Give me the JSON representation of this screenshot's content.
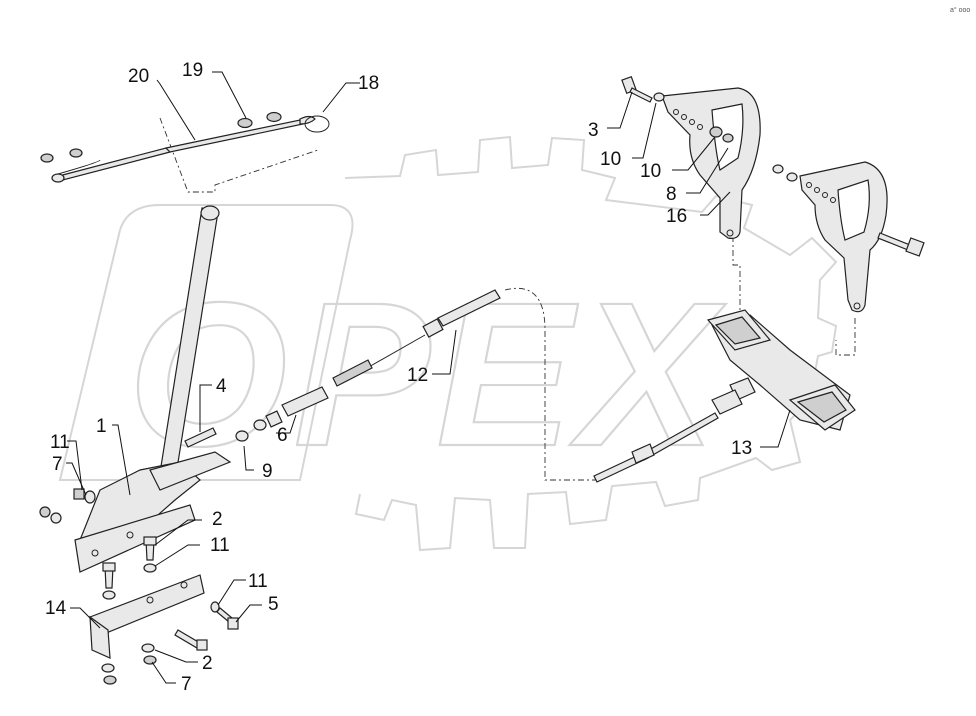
{
  "watermark": {
    "text": "OPEX"
  },
  "corner_mark": "a° ooo",
  "callouts": [
    {
      "id": "c20",
      "label": "20"
    },
    {
      "id": "c19",
      "label": "19"
    },
    {
      "id": "c18",
      "label": "18"
    },
    {
      "id": "c3",
      "label": "3"
    },
    {
      "id": "c10a",
      "label": "10"
    },
    {
      "id": "c10b",
      "label": "10"
    },
    {
      "id": "c8",
      "label": "8"
    },
    {
      "id": "c16",
      "label": "16"
    },
    {
      "id": "c12",
      "label": "12"
    },
    {
      "id": "c13",
      "label": "13"
    },
    {
      "id": "c4",
      "label": "4"
    },
    {
      "id": "c1",
      "label": "1"
    },
    {
      "id": "c11a",
      "label": "11"
    },
    {
      "id": "c7a",
      "label": "7"
    },
    {
      "id": "c6",
      "label": "6"
    },
    {
      "id": "c9",
      "label": "9"
    },
    {
      "id": "c2a",
      "label": "2"
    },
    {
      "id": "c11b",
      "label": "11"
    },
    {
      "id": "c11c",
      "label": "11"
    },
    {
      "id": "c5",
      "label": "5"
    },
    {
      "id": "c14",
      "label": "14"
    },
    {
      "id": "c2b",
      "label": "2"
    },
    {
      "id": "c7b",
      "label": "7"
    }
  ]
}
